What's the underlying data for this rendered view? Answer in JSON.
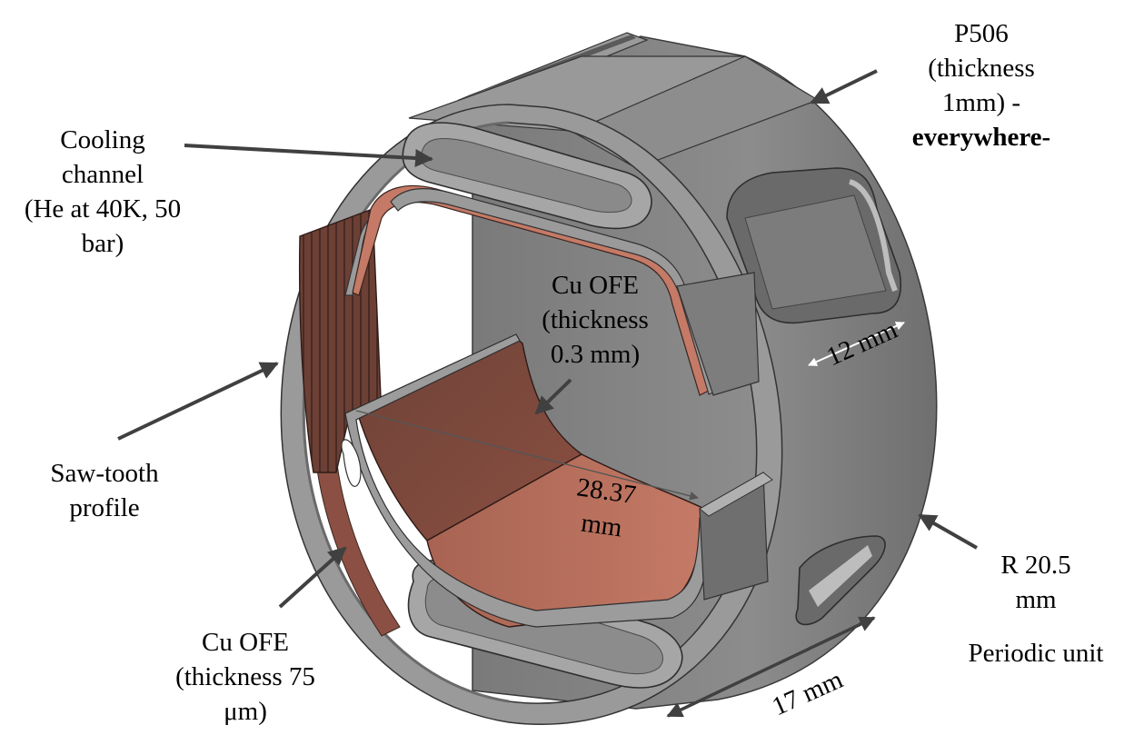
{
  "labels": {
    "p506": {
      "line1": "P506",
      "line2": "(thickness",
      "line3": "1mm) -",
      "line4": "everywhere-"
    },
    "cooling": {
      "line1": "Cooling",
      "line2": "channel",
      "line3": "(He at 40K, 50",
      "line4": "bar)"
    },
    "cu_inner": {
      "line1": "Cu OFE",
      "line2": "(thickness",
      "line3": "0.3 mm)"
    },
    "sawtooth": {
      "line1": "Saw-tooth",
      "line2": "profile"
    },
    "cu_outer": {
      "line1": "Cu OFE",
      "line2": "(thickness 75",
      "line3": "μm)"
    },
    "radius": {
      "line1": "R 20.5",
      "line2": "mm"
    },
    "periodic": "Periodic unit",
    "dim_12": "12 mm",
    "dim_28": {
      "line1": "28.37",
      "line2": "mm"
    },
    "dim_17": "17 mm"
  },
  "colors": {
    "steel": "#8a8a8a",
    "steel_dark": "#6e6e6e",
    "steel_light": "#b4b4b4",
    "copper": "#b8705c",
    "copper_dark": "#6e4036",
    "arrow": "#404040"
  }
}
